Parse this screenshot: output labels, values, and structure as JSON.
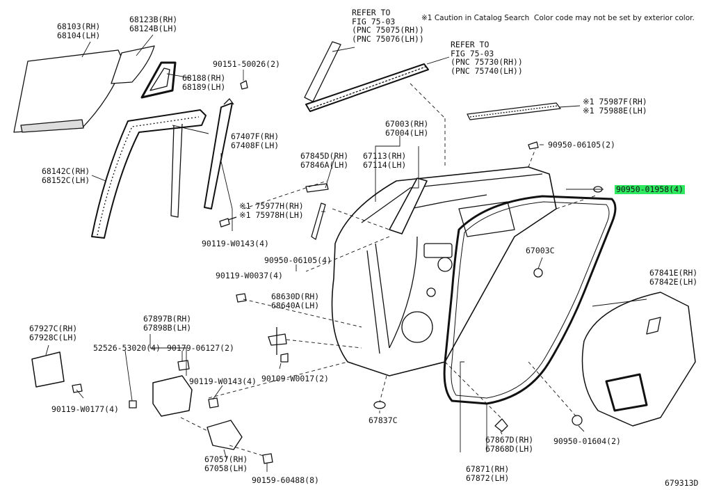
{
  "caution_note": "※1 Caution in Catalog Search  Color code may not be set by exterior color.",
  "diagram_id": "679313D",
  "highlight_color": "#2ee860",
  "parts": {
    "p68103": "68103(RH)\n68104(LH)",
    "p68123": "68123B(RH)\n68124B(LH)",
    "p90151": "90151-50026(2)",
    "p68188": "68188(RH)\n68189(LH)",
    "p67407": "67407F(RH)\n67408F(LH)",
    "p68142": "68142C(RH)\n68152C(LH)",
    "p90119a": "90119-W0143(4)",
    "ref1": "REFER TO\nFIG 75-03\n(PNC 75075(RH))\n(PNC 75076(LH))",
    "ref2": "REFER TO\nFIG 75-03\n(PNC 75730(RH))\n(PNC 75740(LH))",
    "p75987": "※1 75987F(RH)\n※1 75988E(LH)",
    "p67003": "67003(RH)\n67004(LH)",
    "p90950a": "90950-06105(2)",
    "p67845": "67845D(RH)\n67846A(LH)",
    "p67113": "67113(RH)\n67114(LH)",
    "p90950b": "90950-01958(4)",
    "p75977": "※1 75977H(RH)\n※1 75978H(LH)",
    "p67003c": "67003C",
    "p90950c": "90950-06105(4)",
    "p90119b": "90119-W0037(4)",
    "p68630": "68630D(RH)\n68640A(LH)",
    "p67841": "67841E(RH)\n67842E(LH)",
    "p67927": "67927C(RH)\n67928C(LH)",
    "p67897": "67897B(RH)\n67898B(LH)",
    "p52526": "52526-53020(4)",
    "p90179": "90179-06127(2)",
    "p90109": "90109-W0017(2)",
    "p90119c": "90119-W0143(4)",
    "p90119d": "90119-W0177(4)",
    "p67837": "67837C",
    "p67867": "67867D(RH)\n67868D(LH)",
    "p90950d": "90950-01604(2)",
    "p67057": "67057(RH)\n67058(LH)",
    "p90159": "90159-60488(8)",
    "p67871": "67871(RH)\n67872(LH)"
  }
}
